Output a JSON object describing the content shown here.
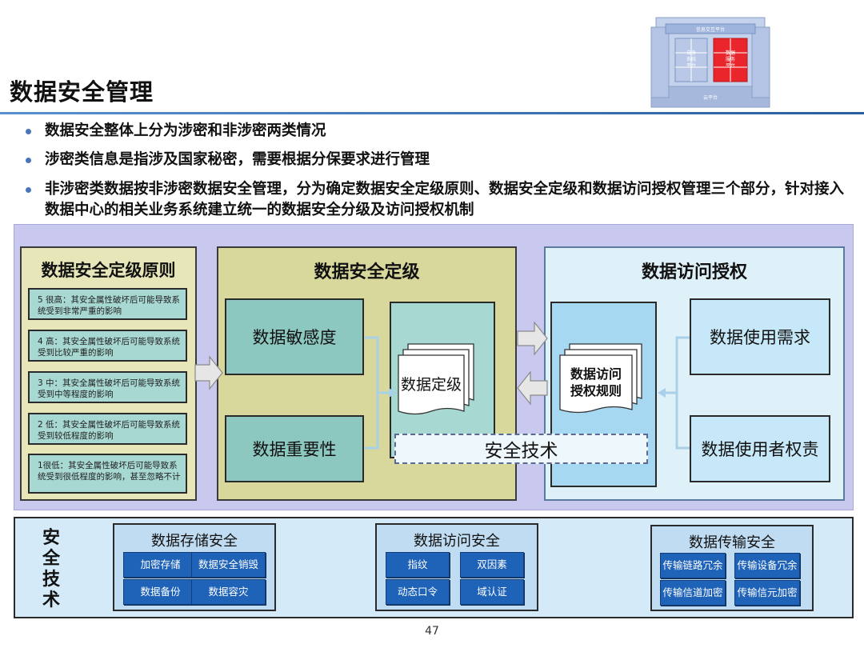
{
  "header": {
    "title": "数据安全管理"
  },
  "logo": {
    "top_label": "信息交互平台",
    "left_label_lines": [
      "自身",
      "系统",
      "平台"
    ],
    "right_label_lines": [
      "数据",
      "服务",
      "平台"
    ],
    "bottom_label": "云平台",
    "accent_color": "#e8262b"
  },
  "bullets": [
    "数据安全整体上分为涉密和非涉密两类情况",
    "涉密类信息是指涉及国家秘密，需要根据分保要求进行管理",
    "非涉密类数据按非涉密数据安全管理，分为确定数据安全定级原则、数据安全定级和数据访问授权管理三个部分，针对接入数据中心的相关业务系统建立统一的数据安全分级及访问授权机制"
  ],
  "diagram": {
    "principles": {
      "title": "数据安全定级原则",
      "levels": [
        "5 很高：其安全属性破坏后可能导致系统受到非常严重的影响",
        "4 高：其安全属性破坏后可能导致系统受到比较严重的影响",
        "3 中：其安全属性破坏后可能导致系统受到中等程度的影响",
        "2 低：其安全属性破坏后可能导致系统受到较低程度的影响",
        "1很低：其安全属性破坏后可能导致系统受到很低程度的影响，甚至忽略不计"
      ]
    },
    "grading": {
      "title": "数据安全定级",
      "sensitivity": "数据敏感度",
      "importance": "数据重要性",
      "doc_label": "数据定级"
    },
    "access": {
      "title": "数据访问授权",
      "doc_label_lines": [
        "数据访问",
        "授权规则"
      ],
      "usage_need": "数据使用需求",
      "user_duty": "数据使用者权责"
    },
    "security_tech_bar": "安全技术"
  },
  "tech": {
    "label_chars": [
      "安",
      "全",
      "技",
      "术"
    ],
    "groups": [
      {
        "title": "数据存储安全",
        "chips": [
          "加密存储",
          "数据安全销毁",
          "数据备份",
          "数据容灾"
        ]
      },
      {
        "title": "数据访问安全",
        "chips": [
          "指纹",
          "双因素",
          "动态口令",
          "域认证"
        ]
      },
      {
        "title": "数据传输安全",
        "chips": [
          "传输链路冗余",
          "传输设备冗余",
          "传输信道加密",
          "传输信元加密"
        ]
      }
    ]
  },
  "footer": {
    "page_number": "47"
  },
  "colors": {
    "bullet_dot": "#4a76b8",
    "chip_blue": "#1f63b8",
    "frame_purple": "#c9c9f0",
    "teal": "#8cc8c0",
    "olive": "#d8d89c"
  }
}
